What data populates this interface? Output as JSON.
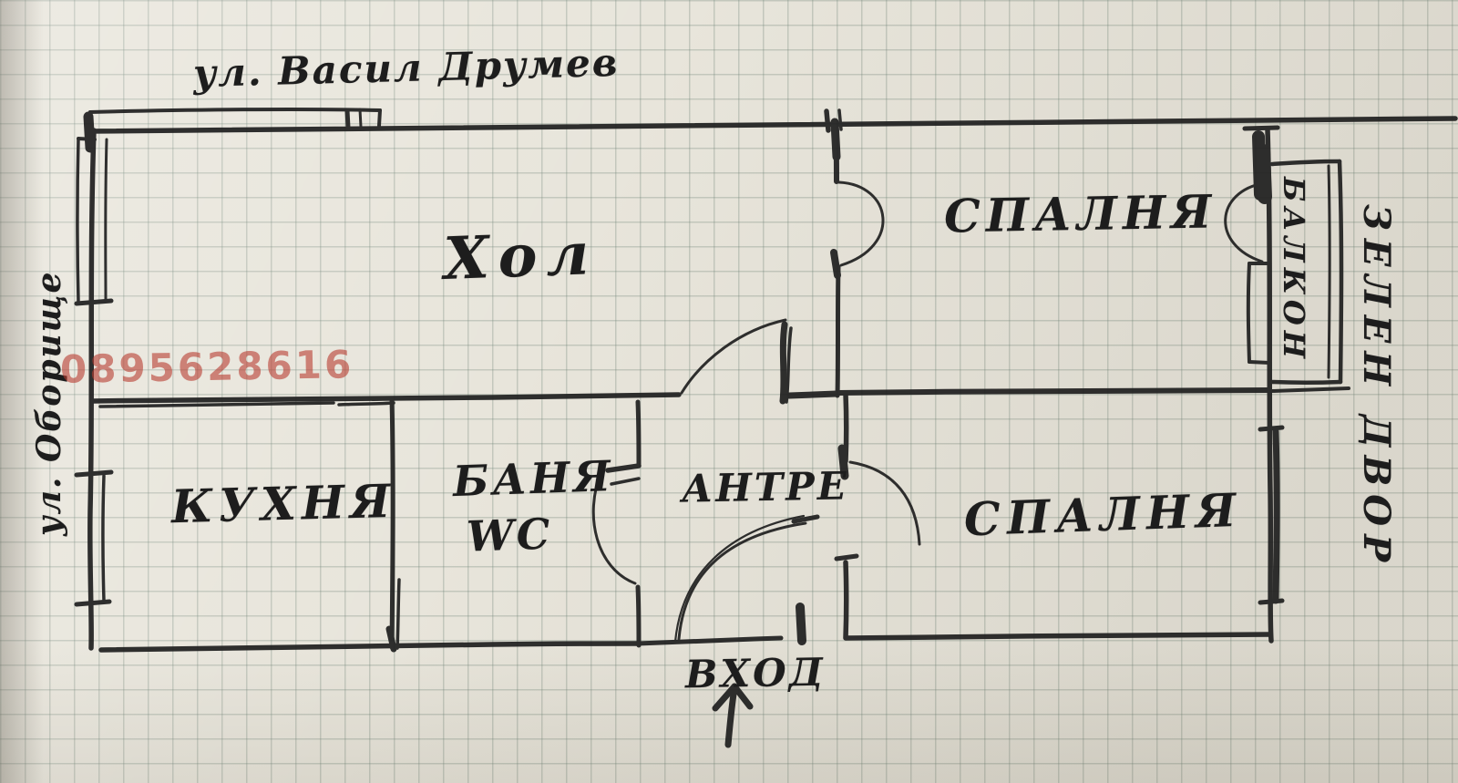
{
  "palette": {
    "paper": "#e8e5db",
    "grid_line": "#9fb0a2",
    "ink": "#1d1d1d",
    "watermark_red": "#b73c30"
  },
  "labels": {
    "street_top": "ул. Васил Друмев",
    "street_left": "ул. Оборище",
    "phone_watermark": "0895628616",
    "living_room": "Хол",
    "bedroom_top": "СПАЛНЯ",
    "bedroom_bottom": "СПАЛНЯ",
    "kitchen": "КУХНЯ",
    "bathroom_line1": "БАНЯ",
    "bathroom_line2": "WC",
    "hallway": "АНТРЕ",
    "entrance": "ВХОД",
    "balcony": "БАЛКОН",
    "yard": "ЗЕЛЕН ДВОР"
  }
}
